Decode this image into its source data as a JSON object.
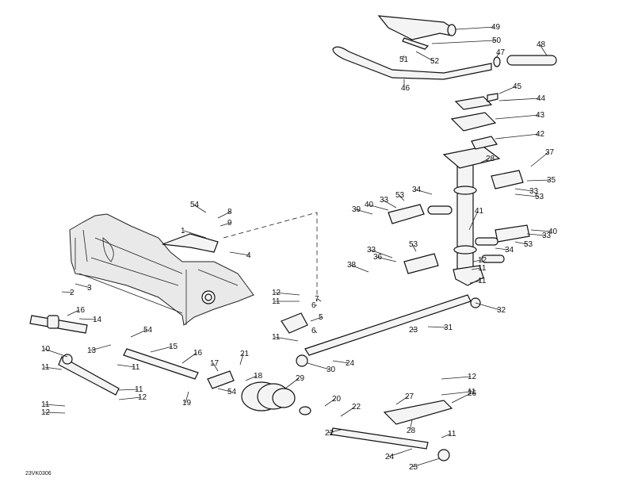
{
  "drawing_code": "23VK0306",
  "callouts": [
    "1",
    "2",
    "3",
    "4",
    "5",
    "6",
    "6",
    "7",
    "8",
    "9",
    "10",
    "11",
    "11",
    "11",
    "11",
    "11",
    "11",
    "11",
    "11",
    "11",
    "11",
    "12",
    "12",
    "12",
    "12",
    "12",
    "13",
    "14",
    "15",
    "16",
    "16",
    "17",
    "18",
    "19",
    "20",
    "21",
    "22",
    "22",
    "23",
    "24",
    "24",
    "25",
    "26",
    "27",
    "28",
    "28",
    "29",
    "30",
    "31",
    "32",
    "33",
    "33",
    "33",
    "33",
    "34",
    "34",
    "35",
    "36",
    "37",
    "38",
    "39",
    "40",
    "40",
    "41",
    "42",
    "43",
    "44",
    "45",
    "46",
    "47",
    "48",
    "49",
    "50",
    "51",
    "52",
    "53",
    "53",
    "53",
    "53",
    "54",
    "54",
    "54"
  ]
}
